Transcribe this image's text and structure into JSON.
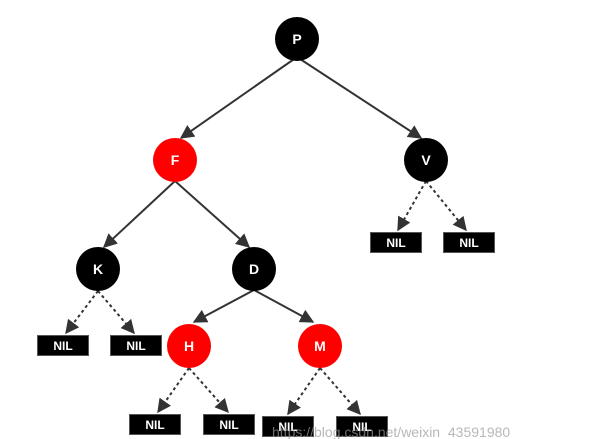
{
  "tree": {
    "nodes": [
      {
        "id": "P",
        "label": "P",
        "color": "black"
      },
      {
        "id": "F",
        "label": "F",
        "color": "red"
      },
      {
        "id": "V",
        "label": "V",
        "color": "black"
      },
      {
        "id": "K",
        "label": "K",
        "color": "black"
      },
      {
        "id": "D",
        "label": "D",
        "color": "black"
      },
      {
        "id": "H",
        "label": "H",
        "color": "red"
      },
      {
        "id": "M",
        "label": "M",
        "color": "red"
      }
    ],
    "nil_label": "NIL"
  },
  "colors": {
    "black_node": "#000000",
    "red_node": "#ff0000",
    "edge": "#333333"
  },
  "watermark": "https://blog.csdn.net/weixin_43591980"
}
